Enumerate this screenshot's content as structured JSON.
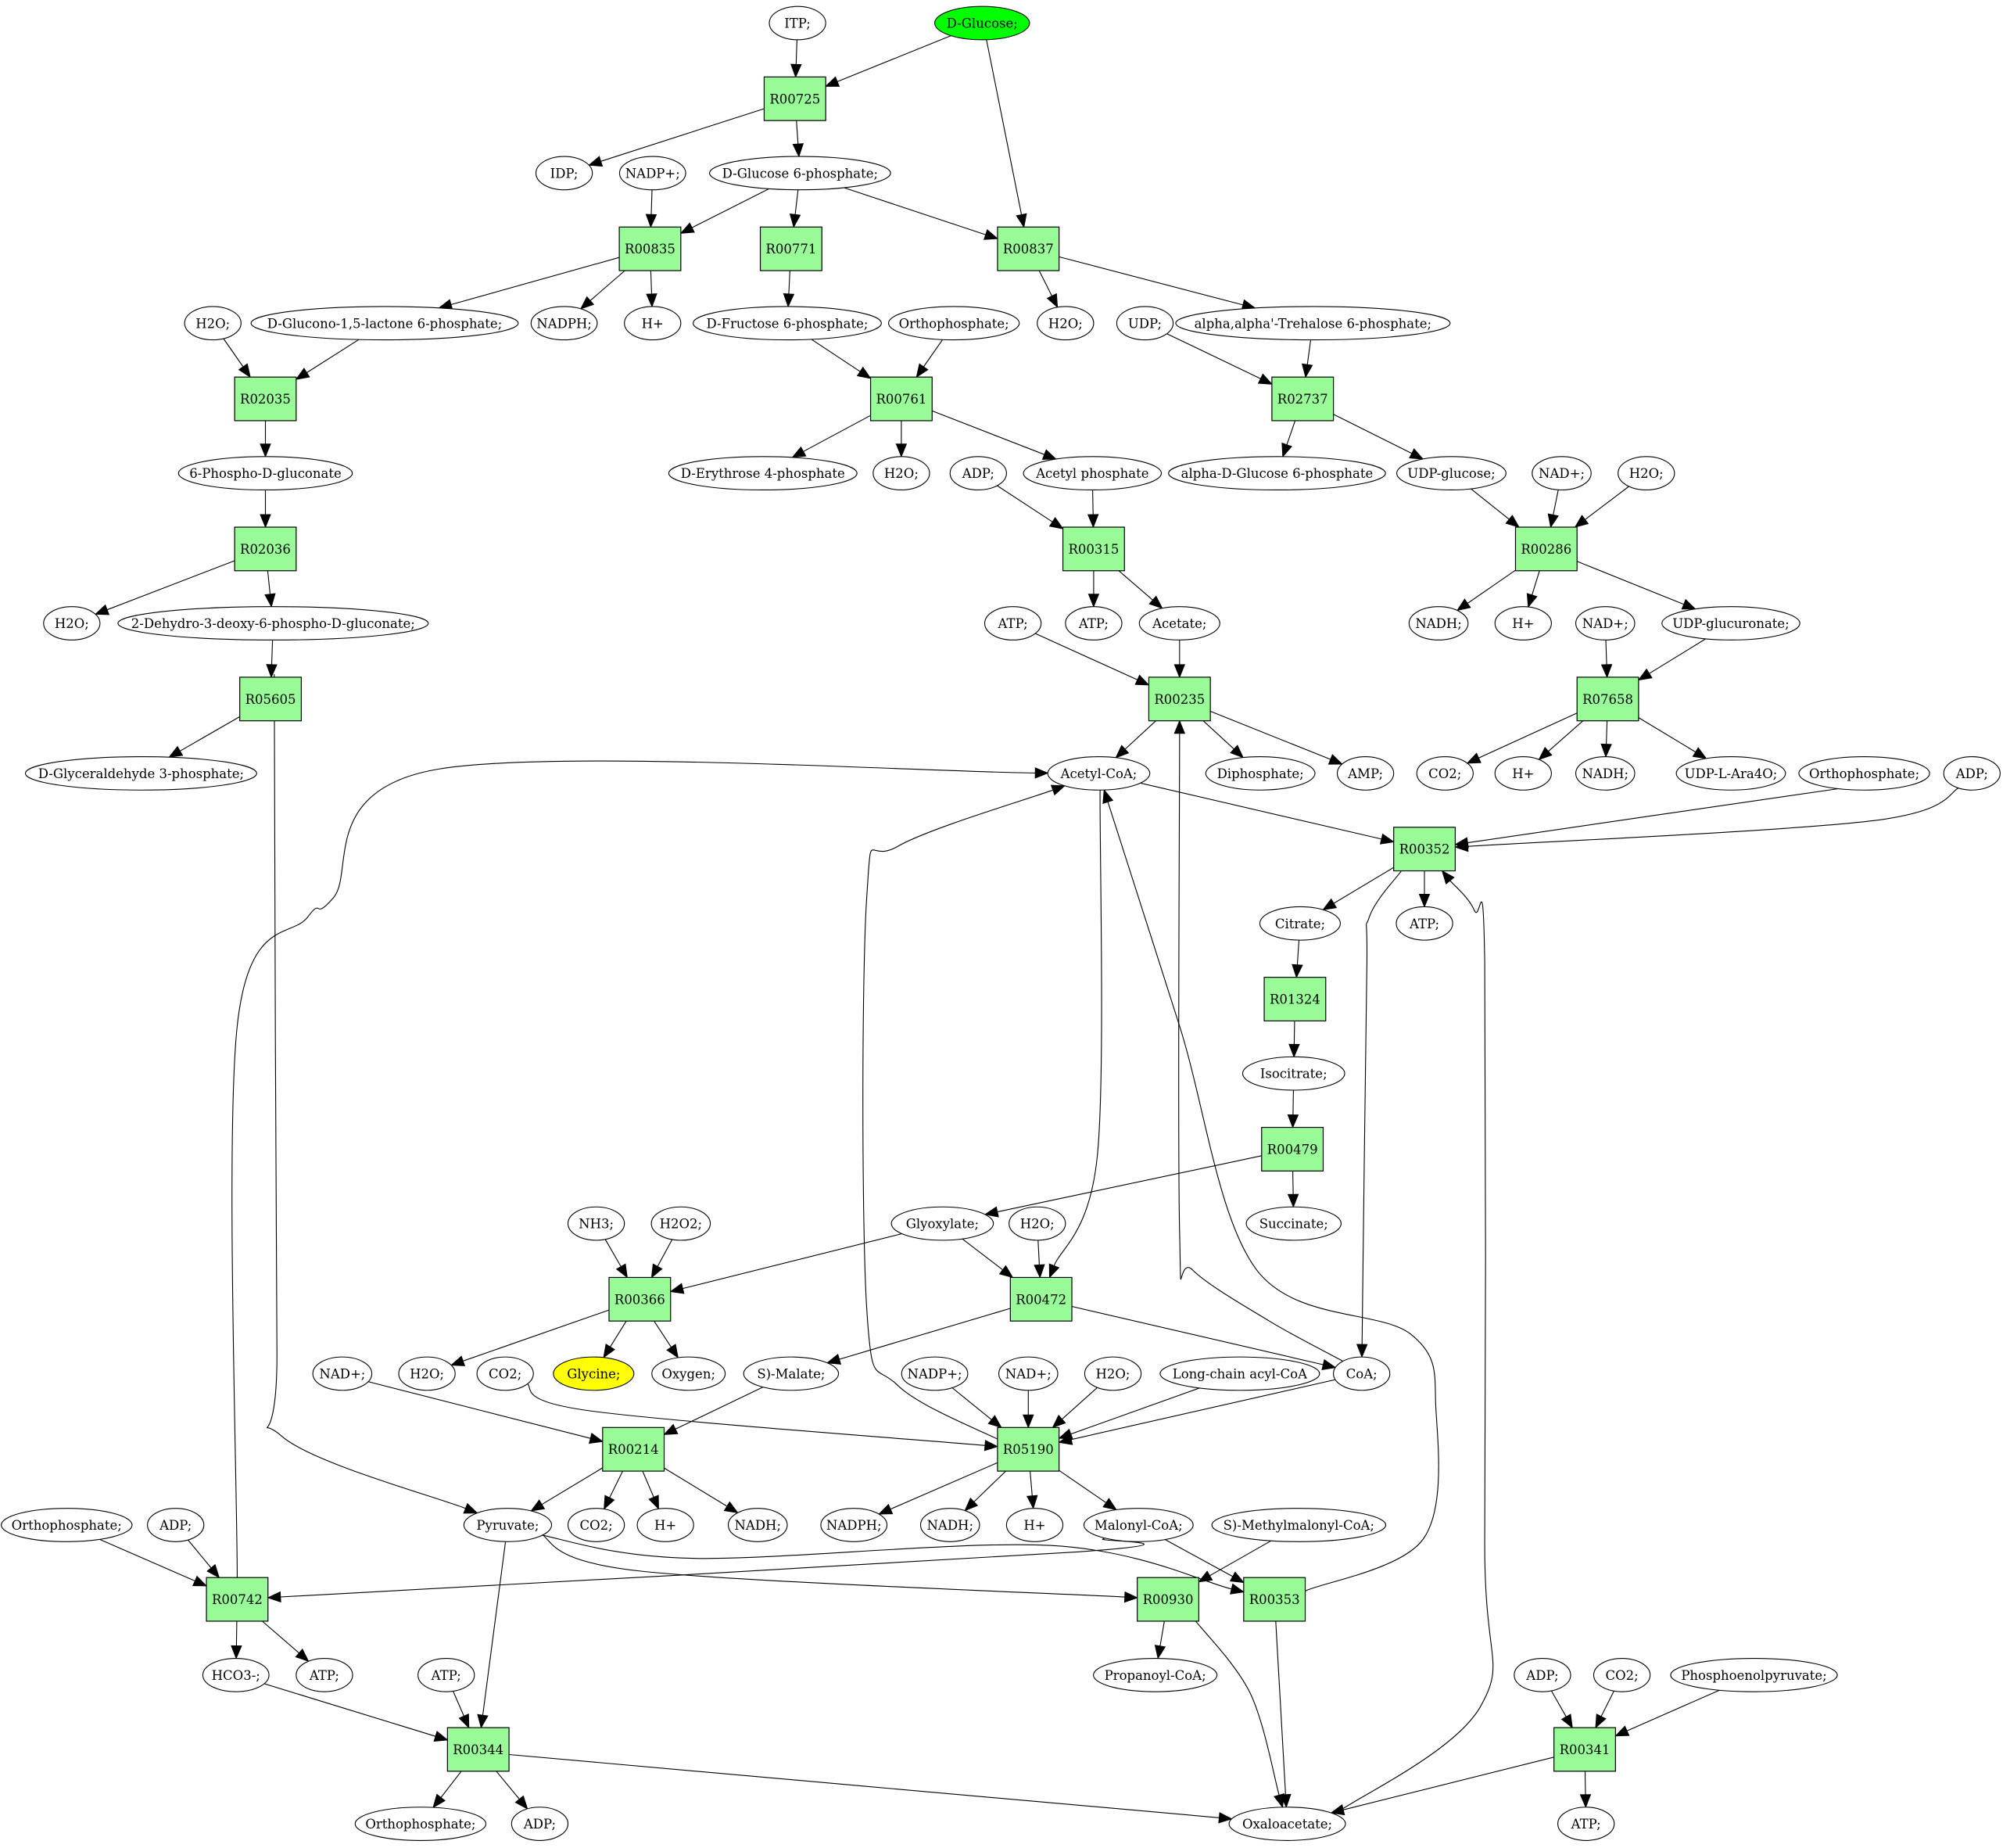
{
  "colors": {
    "start_fill": "#00ff00",
    "target_fill": "#ffff00",
    "reaction_fill": "#98fb98"
  },
  "metabolites": [
    {
      "id": "itp",
      "label": "ITP;"
    },
    {
      "id": "dglucose",
      "label": "D-Glucose;",
      "role": "start"
    },
    {
      "id": "idp",
      "label": "IDP;"
    },
    {
      "id": "nadp1",
      "label": "NADP+;"
    },
    {
      "id": "g6p",
      "label": "D-Glucose 6-phosphate;"
    },
    {
      "id": "h2o_1",
      "label": "H2O;"
    },
    {
      "id": "glucono",
      "label": "D-Glucono-1,5-lactone 6-phosphate;"
    },
    {
      "id": "nadph1",
      "label": "NADPH;"
    },
    {
      "id": "hplus1",
      "label": "H+"
    },
    {
      "id": "f6p",
      "label": "D-Fructose 6-phosphate;"
    },
    {
      "id": "orthop1",
      "label": "Orthophosphate;"
    },
    {
      "id": "h2o_2",
      "label": "H2O;"
    },
    {
      "id": "udp",
      "label": "UDP;"
    },
    {
      "id": "trehalose6p",
      "label": "alpha,alpha'-Trehalose 6-phosphate;"
    },
    {
      "id": "pgluconate",
      "label": "6-Phospho-D-gluconate"
    },
    {
      "id": "erythrose",
      "label": "D-Erythrose 4-phosphate"
    },
    {
      "id": "h2o_3",
      "label": "H2O;"
    },
    {
      "id": "adp1",
      "label": "ADP;"
    },
    {
      "id": "acetylp",
      "label": "Acetyl phosphate"
    },
    {
      "id": "ag6p",
      "label": "alpha-D-Glucose 6-phosphate"
    },
    {
      "id": "udpglucose",
      "label": "UDP-glucose;"
    },
    {
      "id": "nad1",
      "label": "NAD+;"
    },
    {
      "id": "h2o_4",
      "label": "H2O;"
    },
    {
      "id": "h2o_5",
      "label": "H2O;"
    },
    {
      "id": "kdpg",
      "label": "2-Dehydro-3-deoxy-6-phospho-D-gluconate;"
    },
    {
      "id": "atp1",
      "label": "ATP;"
    },
    {
      "id": "atp2",
      "label": "ATP;"
    },
    {
      "id": "acetate",
      "label": "Acetate;"
    },
    {
      "id": "nadh1",
      "label": "NADH;"
    },
    {
      "id": "hplus2",
      "label": "H+"
    },
    {
      "id": "nad2",
      "label": "NAD+;"
    },
    {
      "id": "udpglucuronate",
      "label": "UDP-glucuronate;"
    },
    {
      "id": "gap",
      "label": "D-Glyceraldehyde 3-phosphate;"
    },
    {
      "id": "acetylcoa",
      "label": "Acetyl-CoA;"
    },
    {
      "id": "diphosphate",
      "label": "Diphosphate;"
    },
    {
      "id": "amp",
      "label": "AMP;"
    },
    {
      "id": "co2_1",
      "label": "CO2;"
    },
    {
      "id": "hplus3",
      "label": "H+"
    },
    {
      "id": "nadh2",
      "label": "NADH;"
    },
    {
      "id": "udparao",
      "label": "UDP-L-Ara4O;"
    },
    {
      "id": "orthop2",
      "label": "Orthophosphate;"
    },
    {
      "id": "adp2",
      "label": "ADP;"
    },
    {
      "id": "citrate",
      "label": "Citrate;"
    },
    {
      "id": "atp3",
      "label": "ATP;"
    },
    {
      "id": "isocitrate",
      "label": "Isocitrate;"
    },
    {
      "id": "succinate",
      "label": "Succinate;"
    },
    {
      "id": "nh3",
      "label": "NH3;"
    },
    {
      "id": "h2o2",
      "label": "H2O2;"
    },
    {
      "id": "glyoxylate",
      "label": "Glyoxylate;"
    },
    {
      "id": "h2o_6",
      "label": "H2O;"
    },
    {
      "id": "nad3",
      "label": "NAD+;"
    },
    {
      "id": "h2o_7",
      "label": "H2O;"
    },
    {
      "id": "co2_2",
      "label": "CO2;"
    },
    {
      "id": "glycine",
      "label": "Glycine;",
      "role": "target"
    },
    {
      "id": "oxygen",
      "label": "Oxygen;"
    },
    {
      "id": "smalate",
      "label": "S)-Malate;"
    },
    {
      "id": "nadp2",
      "label": "NADP+;"
    },
    {
      "id": "nad4",
      "label": "NAD+;"
    },
    {
      "id": "h2o_8",
      "label": "H2O;"
    },
    {
      "id": "lcacoa",
      "label": "Long-chain acyl-CoA"
    },
    {
      "id": "coa",
      "label": "CoA;"
    },
    {
      "id": "orthop3",
      "label": "Orthophosphate;"
    },
    {
      "id": "adp3",
      "label": "ADP;"
    },
    {
      "id": "pyruvate",
      "label": "Pyruvate;"
    },
    {
      "id": "co2_3",
      "label": "CO2;"
    },
    {
      "id": "hplus4",
      "label": "H+"
    },
    {
      "id": "nadh3",
      "label": "NADH;"
    },
    {
      "id": "nadph2",
      "label": "NADPH;"
    },
    {
      "id": "nadh4",
      "label": "NADH;"
    },
    {
      "id": "hplus5",
      "label": "H+"
    },
    {
      "id": "malonylcoa",
      "label": "Malonyl-CoA;"
    },
    {
      "id": "smmcoa",
      "label": "S)-Methylmalonyl-CoA;"
    },
    {
      "id": "hco3",
      "label": "HCO3-;"
    },
    {
      "id": "atp4",
      "label": "ATP;"
    },
    {
      "id": "atp5",
      "label": "ATP;"
    },
    {
      "id": "propanoylcoa",
      "label": "Propanoyl-CoA;"
    },
    {
      "id": "adp4",
      "label": "ADP;"
    },
    {
      "id": "co2_4",
      "label": "CO2;"
    },
    {
      "id": "pep",
      "label": "Phosphoenolpyruvate;"
    },
    {
      "id": "orthop4",
      "label": "Orthophosphate;"
    },
    {
      "id": "adp5",
      "label": "ADP;"
    },
    {
      "id": "oxaloacetate",
      "label": "Oxaloacetate;"
    },
    {
      "id": "atp6",
      "label": "ATP;"
    }
  ],
  "reactions": [
    {
      "id": "R00725",
      "label": "R00725"
    },
    {
      "id": "R00835",
      "label": "R00835"
    },
    {
      "id": "R00771",
      "label": "R00771"
    },
    {
      "id": "R00837",
      "label": "R00837"
    },
    {
      "id": "R02035",
      "label": "R02035"
    },
    {
      "id": "R00761",
      "label": "R00761"
    },
    {
      "id": "R02737",
      "label": "R02737"
    },
    {
      "id": "R02036",
      "label": "R02036"
    },
    {
      "id": "R00315",
      "label": "R00315"
    },
    {
      "id": "R00286",
      "label": "R00286"
    },
    {
      "id": "R05605",
      "label": "R05605"
    },
    {
      "id": "R00235",
      "label": "R00235"
    },
    {
      "id": "R07658",
      "label": "R07658"
    },
    {
      "id": "R00352",
      "label": "R00352"
    },
    {
      "id": "R01324",
      "label": "R01324"
    },
    {
      "id": "R00479",
      "label": "R00479"
    },
    {
      "id": "R00366",
      "label": "R00366"
    },
    {
      "id": "R00472",
      "label": "R00472"
    },
    {
      "id": "R00214",
      "label": "R00214"
    },
    {
      "id": "R05190",
      "label": "R05190"
    },
    {
      "id": "R00742",
      "label": "R00742"
    },
    {
      "id": "R00930",
      "label": "R00930"
    },
    {
      "id": "R00353",
      "label": "R00353"
    },
    {
      "id": "R00344",
      "label": "R00344"
    },
    {
      "id": "R00341",
      "label": "R00341"
    }
  ],
  "edges": [
    [
      "itp",
      "R00725"
    ],
    [
      "dglucose",
      "R00725"
    ],
    [
      "R00725",
      "idp"
    ],
    [
      "R00725",
      "g6p"
    ],
    [
      "dglucose",
      "R00837"
    ],
    [
      "nadp1",
      "R00835"
    ],
    [
      "g6p",
      "R00835"
    ],
    [
      "g6p",
      "R00771"
    ],
    [
      "g6p",
      "R00837"
    ],
    [
      "R00835",
      "glucono"
    ],
    [
      "R00835",
      "nadph1"
    ],
    [
      "R00835",
      "hplus1"
    ],
    [
      "R00771",
      "f6p"
    ],
    [
      "R00837",
      "h2o_2"
    ],
    [
      "R00837",
      "trehalose6p"
    ],
    [
      "h2o_1",
      "R02035"
    ],
    [
      "glucono",
      "R02035"
    ],
    [
      "f6p",
      "R00761"
    ],
    [
      "orthop1",
      "R00761"
    ],
    [
      "udp",
      "R02737"
    ],
    [
      "trehalose6p",
      "R02737"
    ],
    [
      "R02035",
      "pgluconate"
    ],
    [
      "R00761",
      "erythrose"
    ],
    [
      "R00761",
      "h2o_3"
    ],
    [
      "R00761",
      "acetylp"
    ],
    [
      "R02737",
      "ag6p"
    ],
    [
      "R02737",
      "udpglucose"
    ],
    [
      "pgluconate",
      "R02036"
    ],
    [
      "adp1",
      "R00315"
    ],
    [
      "acetylp",
      "R00315"
    ],
    [
      "udpglucose",
      "R00286"
    ],
    [
      "nad1",
      "R00286"
    ],
    [
      "h2o_4",
      "R00286"
    ],
    [
      "R02036",
      "h2o_5"
    ],
    [
      "R02036",
      "kdpg"
    ],
    [
      "R00315",
      "atp2"
    ],
    [
      "R00315",
      "acetate"
    ],
    [
      "R00286",
      "nadh1"
    ],
    [
      "R00286",
      "hplus2"
    ],
    [
      "R00286",
      "udpglucuronate"
    ],
    [
      "kdpg",
      "R05605"
    ],
    [
      "atp1",
      "R00235"
    ],
    [
      "acetate",
      "R00235"
    ],
    [
      "nad2",
      "R07658"
    ],
    [
      "udpglucuronate",
      "R07658"
    ],
    [
      "R05605",
      "gap"
    ],
    [
      "R05605",
      "pyruvate"
    ],
    [
      "R00235",
      "acetylcoa"
    ],
    [
      "R00235",
      "diphosphate"
    ],
    [
      "R00235",
      "amp"
    ],
    [
      "R07658",
      "co2_1"
    ],
    [
      "R07658",
      "hplus3"
    ],
    [
      "R07658",
      "nadh2"
    ],
    [
      "R07658",
      "udparao"
    ],
    [
      "acetylcoa",
      "R00352"
    ],
    [
      "orthop2",
      "R00352"
    ],
    [
      "adp2",
      "R00352"
    ],
    [
      "R00352",
      "citrate"
    ],
    [
      "R00352",
      "atp3"
    ],
    [
      "R00352",
      "coa"
    ],
    [
      "citrate",
      "R01324"
    ],
    [
      "R01324",
      "isocitrate"
    ],
    [
      "isocitrate",
      "R00479"
    ],
    [
      "R00479",
      "glyoxylate"
    ],
    [
      "R00479",
      "succinate"
    ],
    [
      "nh3",
      "R00366"
    ],
    [
      "h2o2",
      "R00366"
    ],
    [
      "glyoxylate",
      "R00366"
    ],
    [
      "glyoxylate",
      "R00472"
    ],
    [
      "h2o_6",
      "R00472"
    ],
    [
      "acetylcoa",
      "R00472"
    ],
    [
      "R00366",
      "h2o_7"
    ],
    [
      "R00366",
      "glycine"
    ],
    [
      "R00366",
      "oxygen"
    ],
    [
      "R00472",
      "smalate"
    ],
    [
      "R00472",
      "coa"
    ],
    [
      "coa",
      "R00235"
    ],
    [
      "nad3",
      "R00214"
    ],
    [
      "smalate",
      "R00214"
    ],
    [
      "co2_2",
      "R05190"
    ],
    [
      "nadp2",
      "R05190"
    ],
    [
      "nad4",
      "R05190"
    ],
    [
      "h2o_8",
      "R05190"
    ],
    [
      "lcacoa",
      "R05190"
    ],
    [
      "coa",
      "R05190"
    ],
    [
      "R05190",
      "acetylcoa"
    ],
    [
      "R00214",
      "pyruvate"
    ],
    [
      "R00214",
      "co2_3"
    ],
    [
      "R00214",
      "hplus4"
    ],
    [
      "R00214",
      "nadh3"
    ],
    [
      "R05190",
      "nadph2"
    ],
    [
      "R05190",
      "nadh4"
    ],
    [
      "R05190",
      "hplus5"
    ],
    [
      "R05190",
      "malonylcoa"
    ],
    [
      "orthop3",
      "R00742"
    ],
    [
      "adp3",
      "R00742"
    ],
    [
      "malonylcoa",
      "R00742"
    ],
    [
      "R00742",
      "acetylcoa"
    ],
    [
      "pyruvate",
      "R00930"
    ],
    [
      "pyruvate",
      "R00353"
    ],
    [
      "malonylcoa",
      "R00353"
    ],
    [
      "smmcoa",
      "R00930"
    ],
    [
      "R00742",
      "hco3"
    ],
    [
      "R00742",
      "atp4"
    ],
    [
      "R00930",
      "propanoylcoa"
    ],
    [
      "R00353",
      "acetylcoa"
    ],
    [
      "R00353",
      "oxaloacetate"
    ],
    [
      "R00930",
      "oxaloacetate"
    ],
    [
      "hco3",
      "R00344"
    ],
    [
      "atp5",
      "R00344"
    ],
    [
      "pyruvate",
      "R00344"
    ],
    [
      "adp4",
      "R00341"
    ],
    [
      "co2_4",
      "R00341"
    ],
    [
      "pep",
      "R00341"
    ],
    [
      "R00344",
      "orthop4"
    ],
    [
      "R00344",
      "adp5"
    ],
    [
      "R00344",
      "oxaloacetate"
    ],
    [
      "R00341",
      "oxaloacetate"
    ],
    [
      "R00341",
      "atp6"
    ],
    [
      "oxaloacetate",
      "R00352"
    ]
  ]
}
